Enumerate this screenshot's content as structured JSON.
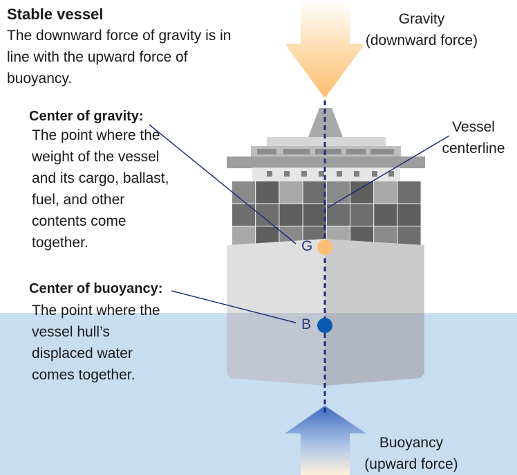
{
  "title": "Stable vessel",
  "description": "The downward force of gravity is in line with the upward force of buoyancy.",
  "center_of_gravity": {
    "label": "Center of gravity:",
    "description": "The point where the weight of the vessel and its cargo, ballast, fuel, and other contents come together.",
    "marker": "G",
    "color": "#fdbf75"
  },
  "center_of_buoyancy": {
    "label": "Center of buoyancy:",
    "description": "The point where the vessel hull’s displaced water comes together.",
    "marker": "B",
    "color": "#0a5bb0"
  },
  "gravity_label": {
    "line1": "Gravity",
    "line2": "(downward force)"
  },
  "centerline_label": {
    "line1": "Vessel",
    "line2": "centerline"
  },
  "buoyancy_label": {
    "line1": "Buoyancy",
    "line2": "(upward force)"
  },
  "colors": {
    "water": "#c9ddf0",
    "gravity_arrow": "#fdbd6f",
    "buoyancy_arrow": "#4a78c8",
    "centerline": "#1d2f7a",
    "hull_light": "#dcdcdc",
    "hull_dark": "#c8c8c8"
  }
}
